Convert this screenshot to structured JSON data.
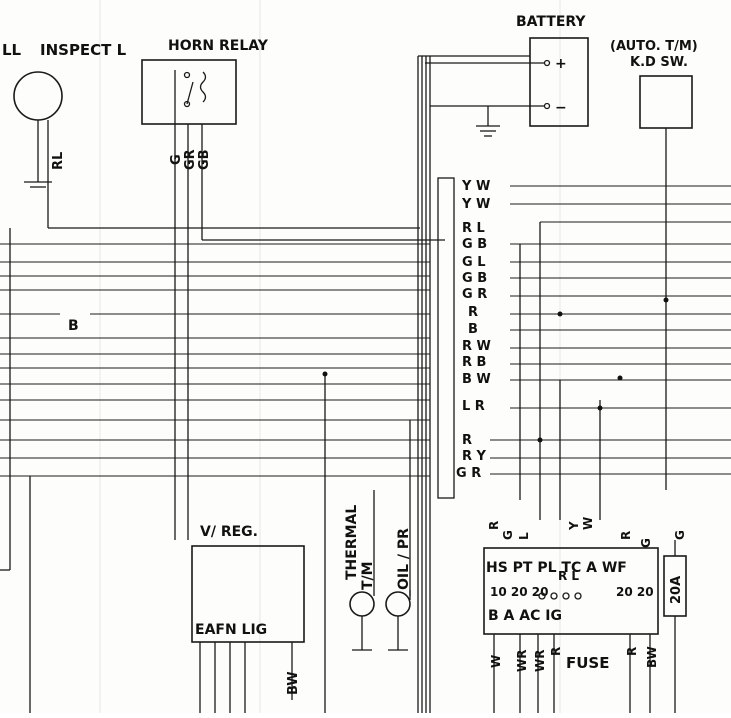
{
  "labels": {
    "inspect": "INSPECT L",
    "lamp_left": "LL",
    "horn_relay": "HORN RELAY",
    "battery": "BATTERY",
    "auto_tm": "(AUTO. T/M)",
    "kd_sw": "K.D SW.",
    "vreg": "V/ REG.",
    "vreg_terminals": "EAFN LIG",
    "thermal": "THERMAL",
    "tm": "T/M",
    "oil_pr": "OIL / PR",
    "fuse": "FUSE",
    "fuse_rating": "20A",
    "battery_plus": "+",
    "battery_minus": "−"
  },
  "horn_wires": [
    "G",
    "GR",
    "GB"
  ],
  "lamp_wire": "RL",
  "left_bus_label": "B",
  "harness_wires": [
    "Y W",
    "Y W",
    "R L",
    "G B",
    "G L",
    "G B",
    "G R",
    "R",
    "B",
    "R W",
    "R B",
    "B W",
    "L R",
    "R",
    "R Y",
    "G R"
  ],
  "vreg_wire": "BW",
  "fuse_block": {
    "top_codes": [
      "R",
      "G",
      "L",
      "Y",
      "W",
      "R",
      "G"
    ],
    "row1": "HS PT PL TC  A WF",
    "row2a": "10 20 20",
    "row2b": "R L",
    "row2c": "20 20",
    "row3": "B  A       AC  IG",
    "bottom_wires": [
      "W",
      "WR",
      "WR",
      "R",
      "R",
      "BW"
    ],
    "side_wire": "G"
  }
}
